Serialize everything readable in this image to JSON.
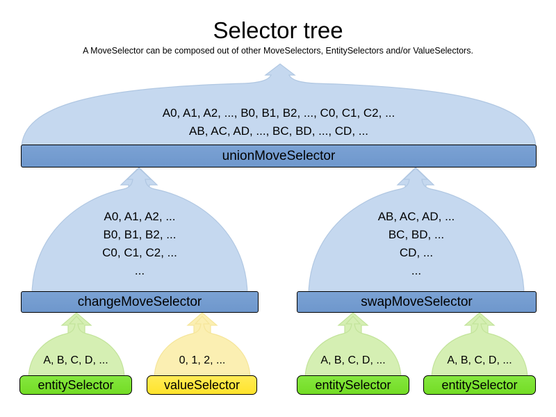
{
  "header": {
    "title": "Selector tree",
    "subtitle": "A MoveSelector can be composed out of other MoveSelectors, EntitySelectors and/or ValueSelectors."
  },
  "colors": {
    "background": "#ffffff",
    "dome_blue_fill": "#c5d8ef",
    "dome_blue_stroke": "#b0c7e2",
    "bar_blue_fill": "#7099cf",
    "dome_green_fill": "#d5efb3",
    "dome_green_stroke": "#c2e39a",
    "bar_green_fill": "#78e02e",
    "dome_yellow_fill": "#fbefb2",
    "dome_yellow_stroke": "#f5e59a",
    "bar_yellow_fill": "#ffe63c",
    "bar_stroke": "#000000",
    "text": "#000000"
  },
  "nodes": {
    "union": {
      "label": "unionMoveSelector",
      "kind": "move-selector",
      "color": "blue",
      "lines": [
        "A0, A1, A2, ..., B0, B1, B2, ..., C0, C1, C2, ...",
        "AB, AC, AD, ..., BC, BD, ..., CD, ..."
      ],
      "text_block": "A0, A1, A2, ..., B0, B1, B2, ..., C0, C1, C2, ...\nAB, AC, AD, ..., BC, BD, ..., CD, ..."
    },
    "change": {
      "label": "changeMoveSelector",
      "kind": "move-selector",
      "color": "blue",
      "lines": [
        "A0, A1, A2, ...",
        "B0, B1, B2, ...",
        "C0, C1, C2, ...",
        "..."
      ],
      "text_block": "A0, A1, A2, ...\nB0, B1, B2, ...\nC0, C1, C2, ...\n..."
    },
    "swap": {
      "label": "swapMoveSelector",
      "kind": "move-selector",
      "color": "blue",
      "lines": [
        "AB, AC, AD, ...",
        "BC, BD, ...",
        "CD, ...",
        "..."
      ],
      "text_block": "AB, AC, AD, ...\nBC, BD, ...\nCD, ...\n..."
    },
    "leaf1": {
      "label": "entitySelector",
      "kind": "entity-selector",
      "color": "green",
      "text": "A, B, C, D, ..."
    },
    "leaf2": {
      "label": "valueSelector",
      "kind": "value-selector",
      "color": "yellow",
      "text": "0, 1, 2, ..."
    },
    "leaf3": {
      "label": "entitySelector",
      "kind": "entity-selector",
      "color": "green",
      "text": "A, B, C, D, ..."
    },
    "leaf4": {
      "label": "entitySelector",
      "kind": "entity-selector",
      "color": "green",
      "text": "A, B, C, D, ..."
    }
  },
  "edges": [
    {
      "from": "change",
      "to": "union",
      "icon": "arrow-up-icon"
    },
    {
      "from": "swap",
      "to": "union",
      "icon": "arrow-up-icon"
    },
    {
      "from": "leaf1",
      "to": "change",
      "icon": "arrow-up-icon"
    },
    {
      "from": "leaf2",
      "to": "change",
      "icon": "arrow-up-icon"
    },
    {
      "from": "leaf3",
      "to": "swap",
      "icon": "arrow-up-icon"
    },
    {
      "from": "leaf4",
      "to": "swap",
      "icon": "arrow-up-icon"
    },
    {
      "from": "union",
      "to": "root",
      "icon": "arrow-up-icon"
    }
  ]
}
